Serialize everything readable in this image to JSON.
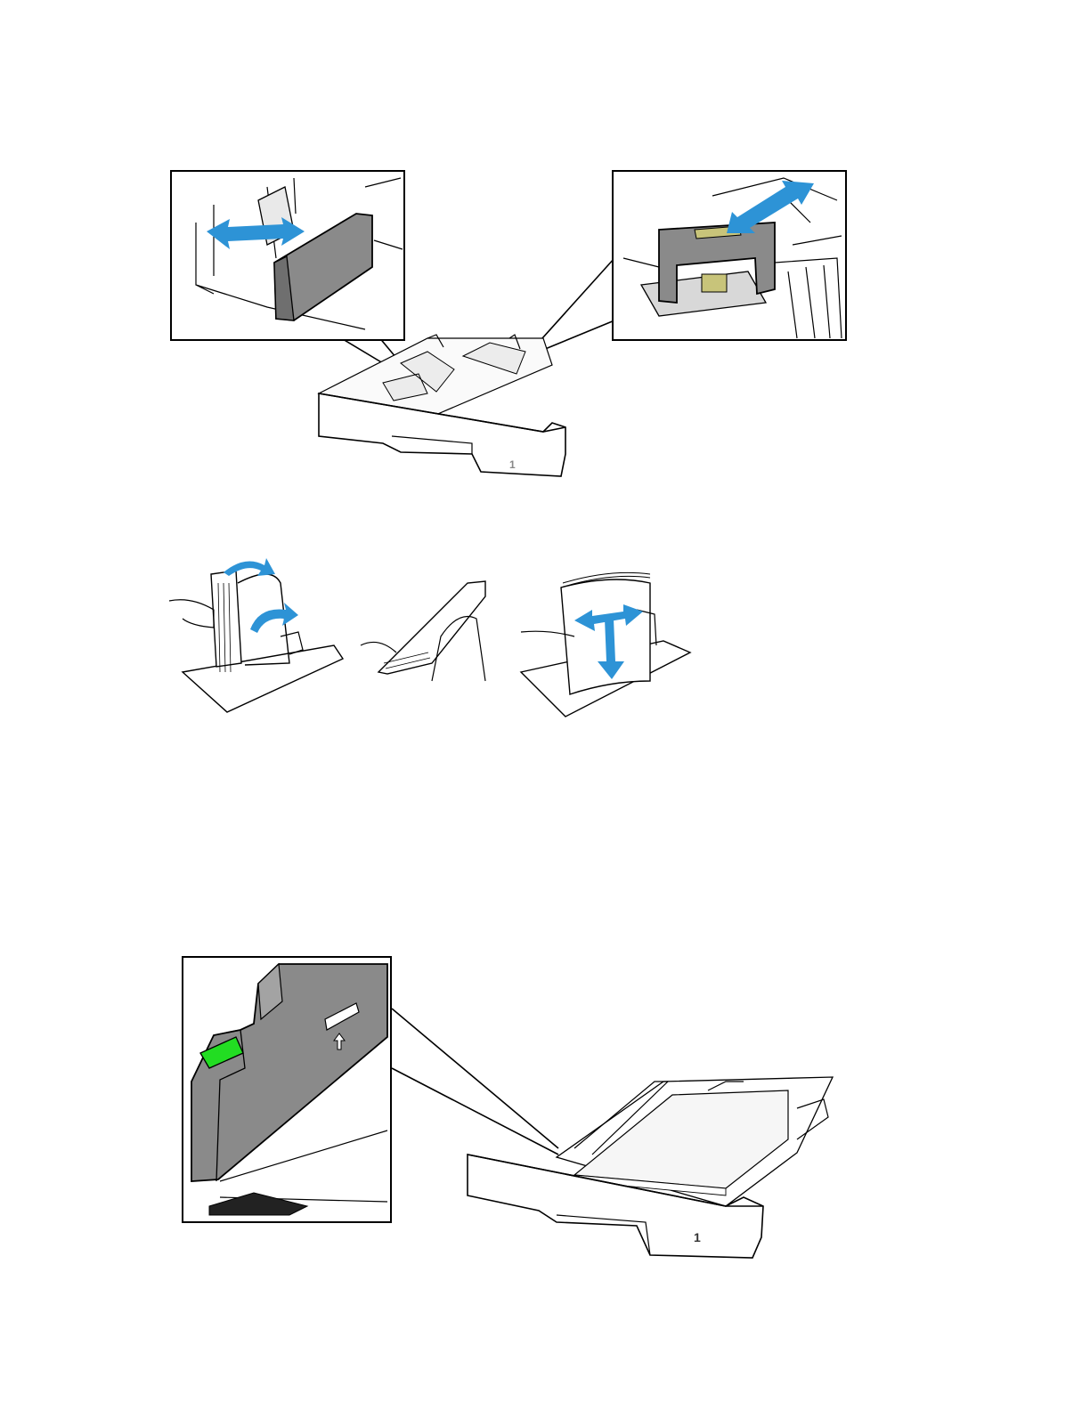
{
  "figures": [
    {
      "id": "adjust-guides",
      "tray_number": "1"
    },
    {
      "id": "flex-paper-stack"
    },
    {
      "id": "load-paper-max-fill",
      "tray_number": "1"
    }
  ],
  "colors": {
    "arrow_blue": "#2d93d6",
    "fill_indicator_green": "#22dd22",
    "guide_gray": "#8a8a8a",
    "line_black": "#000000"
  },
  "icons": [
    "double-arrow-icon",
    "curved-arrow-icon",
    "down-arrow-icon",
    "up-arrow-icon"
  ]
}
